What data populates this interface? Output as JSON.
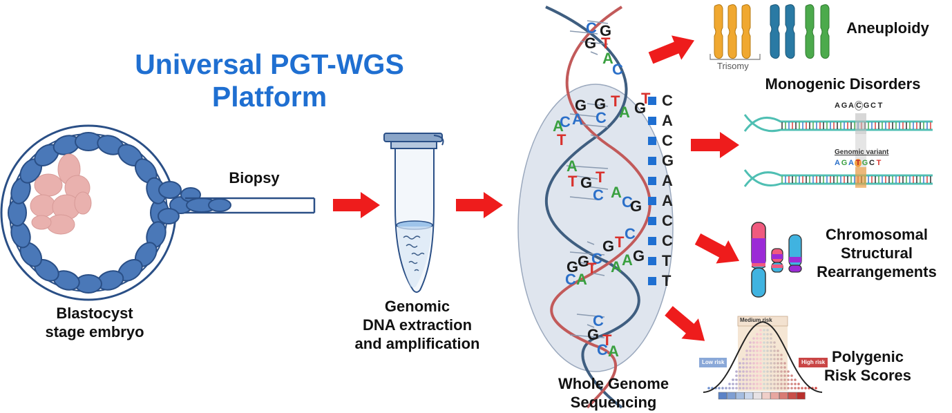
{
  "title": {
    "line1": "Universal PGT-WGS",
    "line2": "Platform"
  },
  "labels": {
    "biopsy": "Biopsy",
    "embryo": {
      "line1": "Blastocyst",
      "line2": "stage embryo"
    },
    "extraction": {
      "line1": "Genomic",
      "line2": "DNA extraction",
      "line3": "and amplification"
    },
    "wgs": {
      "line1": "Whole Genome",
      "line2": "Sequencing"
    }
  },
  "outcomes": {
    "aneuploidy": "Aneuploidy",
    "trisomy": "Trisomy",
    "monogenic": "Monogenic Disorders",
    "ref_seq": [
      "A",
      "G",
      "A",
      "C",
      "G",
      "C",
      "T"
    ],
    "variant_label": "Genomic variant",
    "var_seq": [
      "A",
      "G",
      "A",
      "T",
      "G",
      "C",
      "T"
    ],
    "structural": {
      "line1": "Chromosomal",
      "line2": "Structural",
      "line3": "Rearrangements"
    },
    "prs": {
      "line1": "Polygenic",
      "line2": "Risk Scores"
    },
    "medium_risk": "Medium risk",
    "low_risk": "Low risk",
    "high_risk": "High risk"
  },
  "sequence_read": [
    "C",
    "A",
    "C",
    "G",
    "A",
    "A",
    "C",
    "C",
    "T",
    "T"
  ],
  "colors": {
    "title_blue": "#1f6fd1",
    "cell_blue": "#4a78b8",
    "cell_outline": "#2a4f86",
    "inner_mass": "#e9b1ae",
    "arrow_red": "#ee1c1c",
    "strand_dark": "#3f5e80",
    "strand_red": "#c25a5a",
    "oval_fill": "#dfe5ee",
    "base_green": "#3aa040",
    "base_red": "#d8312c",
    "base_blue": "#2c70c9",
    "base_black": "#1a1a1a",
    "chrom_orange": "#f0a830",
    "chrom_teal": "#2a7aa4",
    "chrom_green": "#4caa4c",
    "dna_teal": "#4fbfb3"
  },
  "icons": {
    "embryo": "blastocyst-embryo-icon",
    "pipette": "biopsy-pipette-icon",
    "tube": "microcentrifuge-tube-icon",
    "helix": "dna-double-helix-icon",
    "chromosomes": "chromosomes-icon",
    "bell": "bell-curve-icon"
  }
}
